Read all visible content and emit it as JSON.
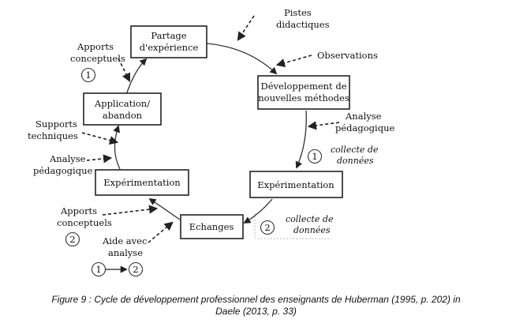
{
  "nodes": {
    "partage": [
      "Partage",
      "d'expérience"
    ],
    "developpement": [
      "Développement de",
      "nouvelles méthodes"
    ],
    "experimentation_right": [
      "Expérimentation"
    ],
    "echanges": [
      "Echanges"
    ],
    "experimentation_left": [
      "Expérimentation"
    ],
    "application": [
      "Application/",
      "abandon"
    ]
  },
  "annotations": {
    "pistes": [
      "Pistes",
      "didactiques"
    ],
    "observations": [
      "Observations"
    ],
    "analyse_right": [
      "Analyse",
      "pédagogique"
    ],
    "collecte_1": [
      "collecte de",
      "données"
    ],
    "collecte_2": [
      "collecte de",
      "données"
    ],
    "aide": [
      "Aide avec",
      "analyse"
    ],
    "apports_bottom": [
      "Apports",
      "conceptuels"
    ],
    "analyse_left": [
      "Analyse",
      "pédagogique"
    ],
    "supports": [
      "Supports",
      "techniques"
    ],
    "apports_top": [
      "Apports",
      "conceptuels"
    ]
  },
  "badges": {
    "top": "1",
    "right": "1",
    "collecte_2": "2",
    "bottom_left": "2",
    "legend_from": "1",
    "legend_to": "2"
  },
  "caption": {
    "line1": "Figure 9 : Cycle de développement professionnel des enseignants de Huberman (1995, p. 202) in",
    "line2": "Daele (2013, p. 33)"
  }
}
